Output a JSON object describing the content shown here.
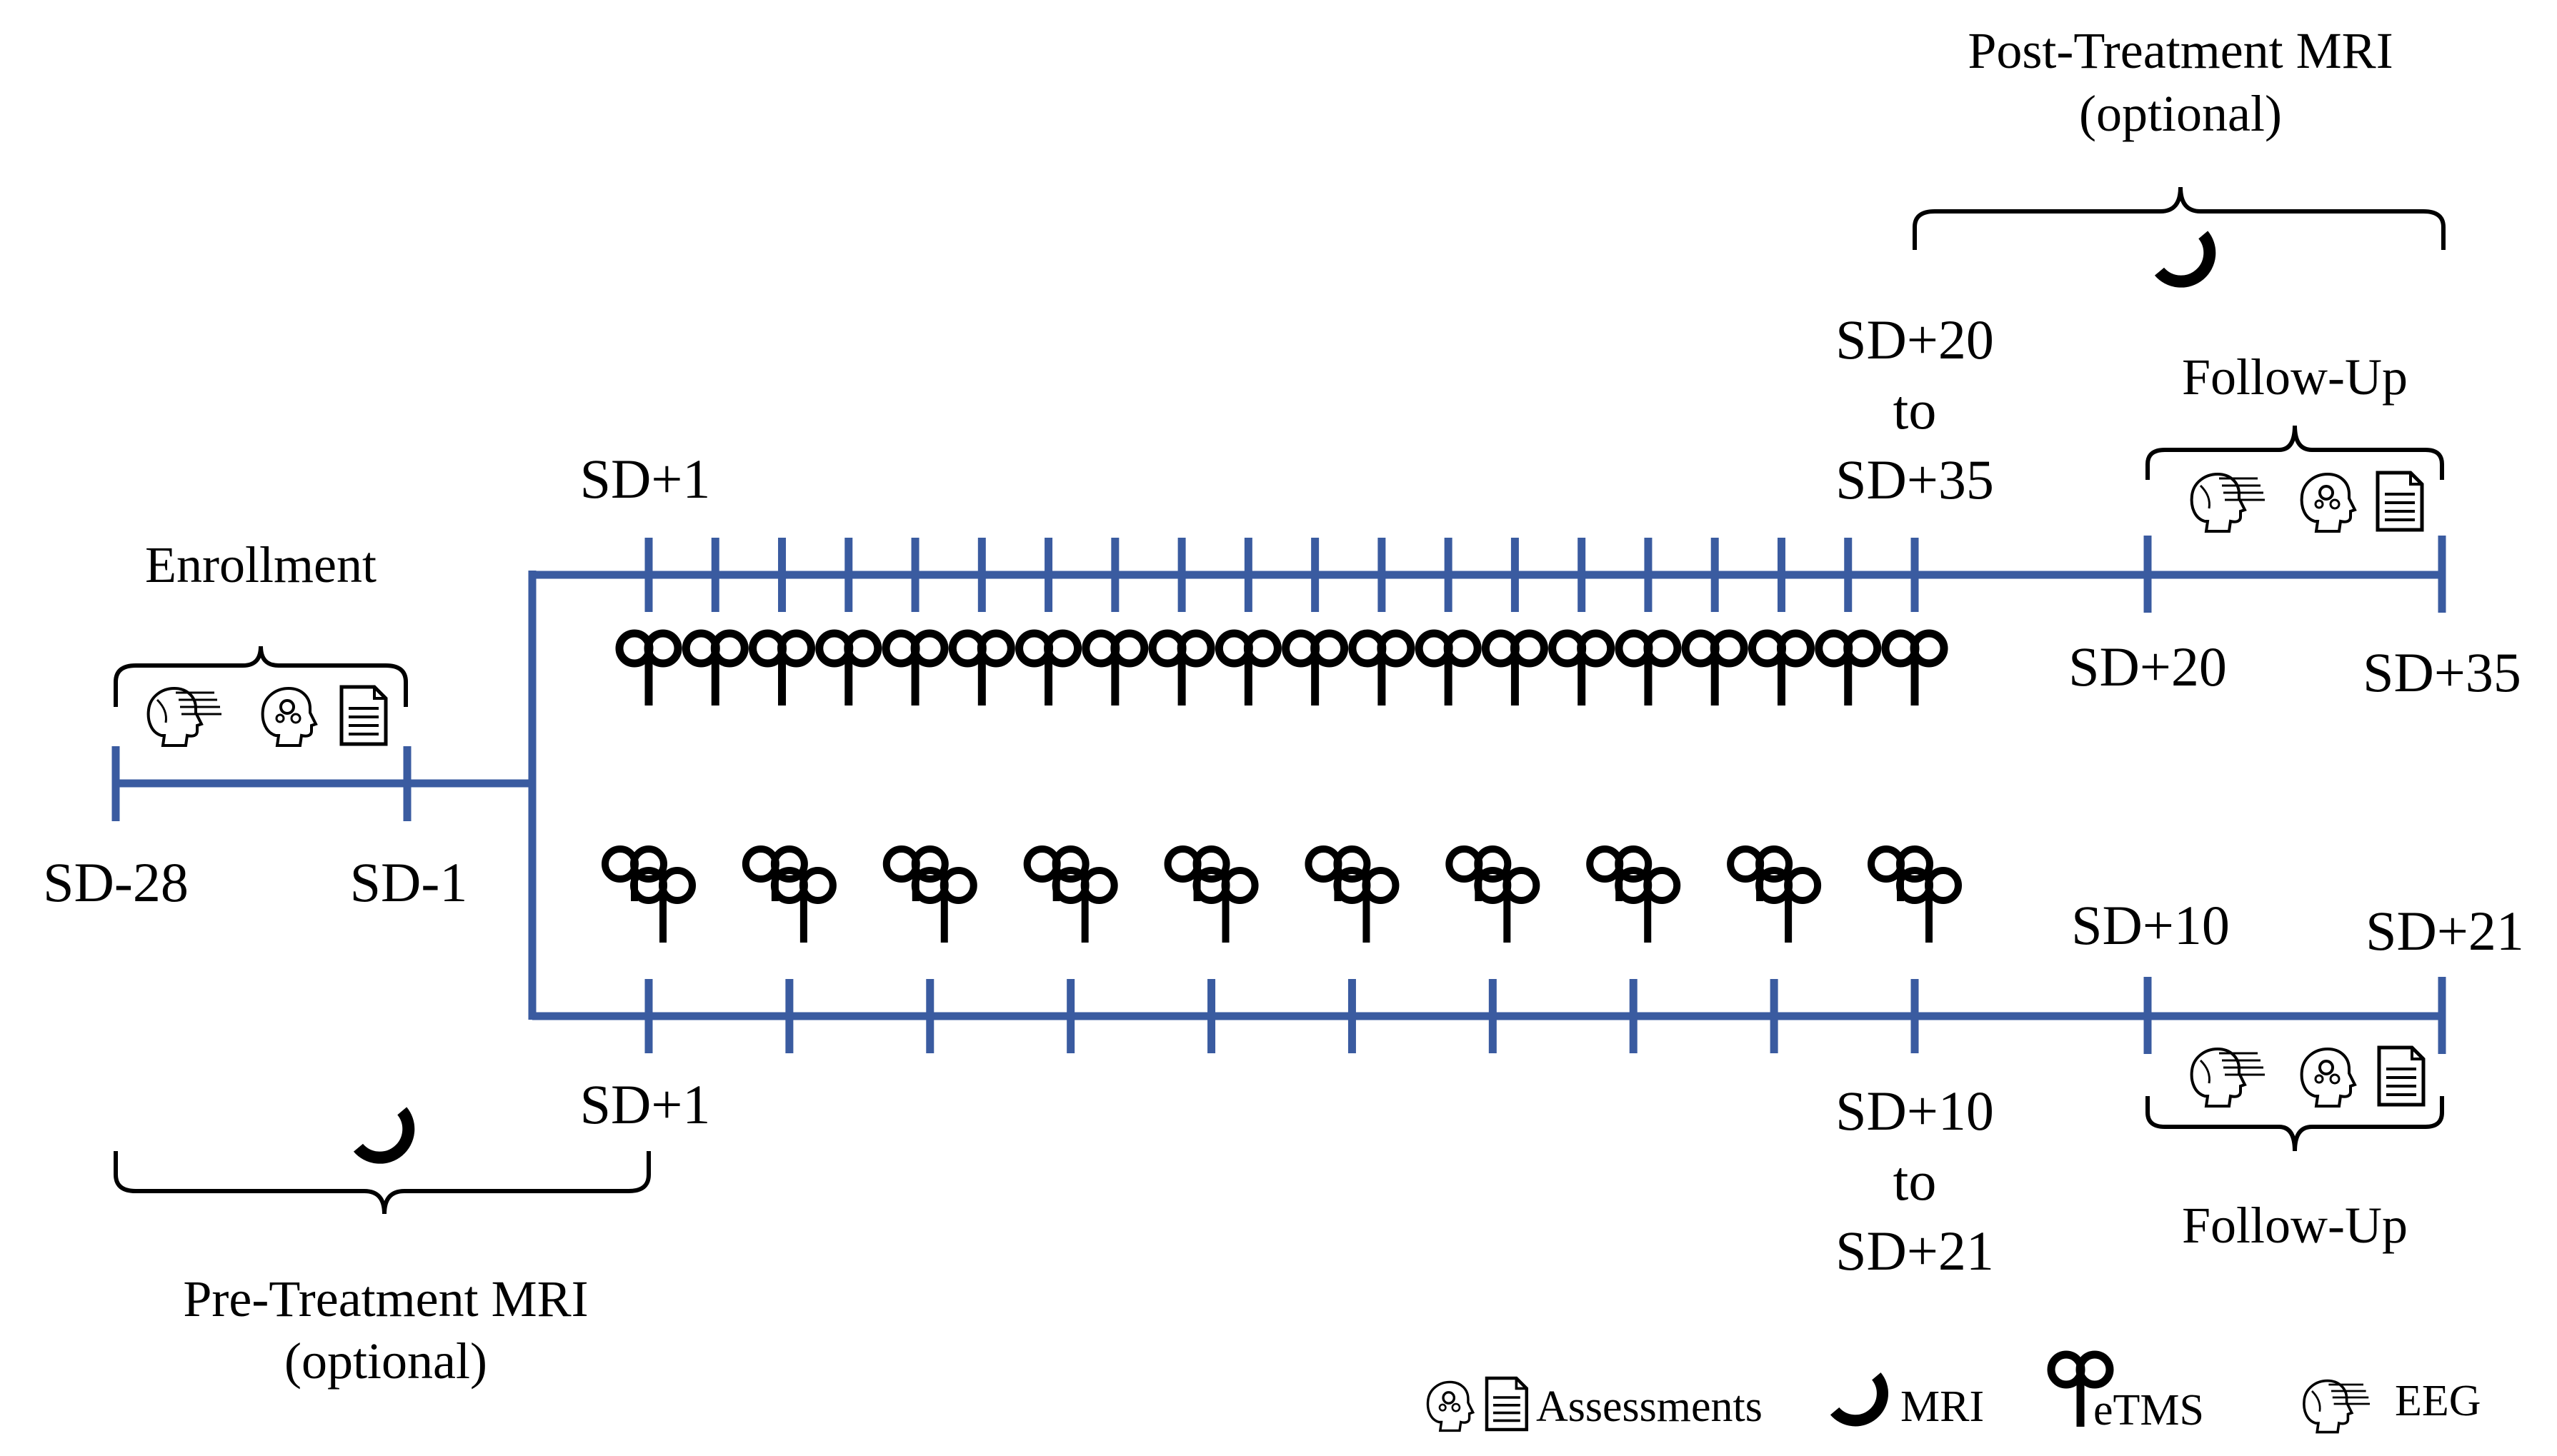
{
  "colors": {
    "timeline": "#3A5BA0",
    "ink": "#000000",
    "background": "#FFFFFF"
  },
  "enrollment": {
    "title": "Enrollment",
    "start_label": "SD-28",
    "end_label": "SD-1",
    "icons": [
      "eeg-icon",
      "assessment-head-icon",
      "document-icon"
    ]
  },
  "pre_mri": {
    "title_line1": "Pre-Treatment MRI",
    "title_line2": "(optional)",
    "icon": "magnet-icon"
  },
  "post_mri": {
    "title_line1": "Post-Treatment MRI",
    "title_line2": "(optional)",
    "icon": "magnet-icon"
  },
  "upper_arm": {
    "start_label": "SD+1",
    "end_line1": "SD+20",
    "end_line2": "to",
    "end_line3": "SD+35",
    "sessions": 20,
    "followup_title": "Follow-Up",
    "followup_start": "SD+20",
    "followup_end": "SD+35",
    "coil_icon": "single-etms-coil-icon"
  },
  "lower_arm": {
    "start_label": "SD+1",
    "end_line1": "SD+10",
    "end_line2": "to",
    "end_line3": "SD+21",
    "sessions": 10,
    "followup_title": "Follow-Up",
    "followup_start": "SD+10",
    "followup_end": "SD+21",
    "coil_icon": "double-etms-coil-icon"
  },
  "legend": {
    "assessments": "Assessments",
    "mri": "MRI",
    "etms": "eTMS",
    "eeg": "EEG"
  }
}
